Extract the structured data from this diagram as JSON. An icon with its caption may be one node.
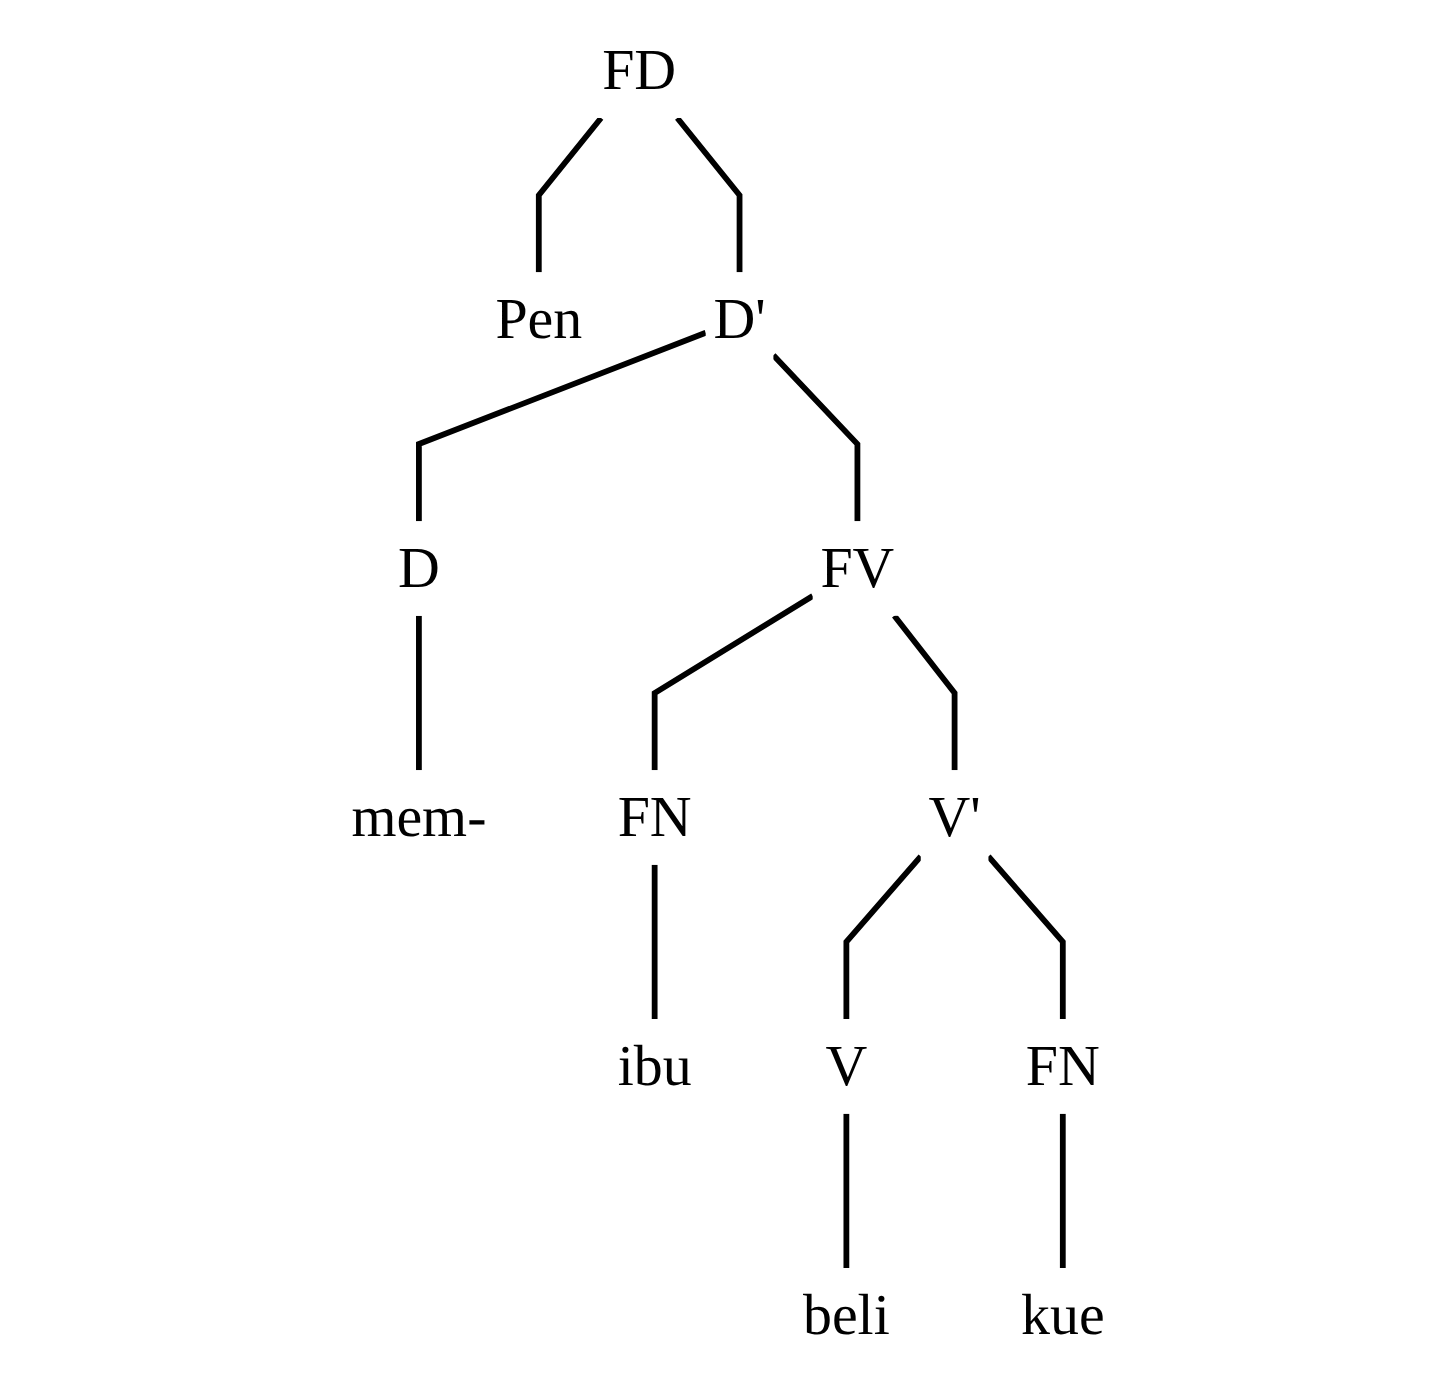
{
  "diagram": {
    "nodes": [
      {
        "text": [
          "FD"
        ]
      },
      {
        "text": [
          "Pen"
        ]
      },
      {
        "text": [
          "D'"
        ]
      },
      {
        "text": [
          "D"
        ]
      },
      {
        "text": [
          "FV"
        ]
      },
      {
        "text": [
          "mem-"
        ]
      },
      {
        "text": [
          "FN"
        ]
      },
      {
        "text": [
          "V'"
        ]
      },
      {
        "text": [
          "ibu"
        ]
      },
      {
        "text": [
          "V"
        ]
      },
      {
        "text": [
          "FN"
        ]
      },
      {
        "text": [
          "beli"
        ]
      },
      {
        "text": [
          "kue"
        ]
      }
    ],
    "edges": [
      {
        "from": 0,
        "to": 1,
        "arrow": "none"
      },
      {
        "from": 0,
        "to": 2,
        "arrow": "none"
      },
      {
        "from": 2,
        "to": 3,
        "arrow": "none"
      },
      {
        "from": 2,
        "to": 4,
        "arrow": "none"
      },
      {
        "from": 3,
        "to": 5,
        "arrow": "none"
      },
      {
        "from": 4,
        "to": 6,
        "arrow": "none"
      },
      {
        "from": 4,
        "to": 7,
        "arrow": "none"
      },
      {
        "from": 6,
        "to": 8,
        "arrow": "none"
      },
      {
        "from": 7,
        "to": 9,
        "arrow": "none"
      },
      {
        "from": 7,
        "to": 10,
        "arrow": "none"
      },
      {
        "from": 9,
        "to": 11,
        "arrow": "none"
      },
      {
        "from": 10,
        "to": 12,
        "arrow": "none"
      }
    ]
  }
}
